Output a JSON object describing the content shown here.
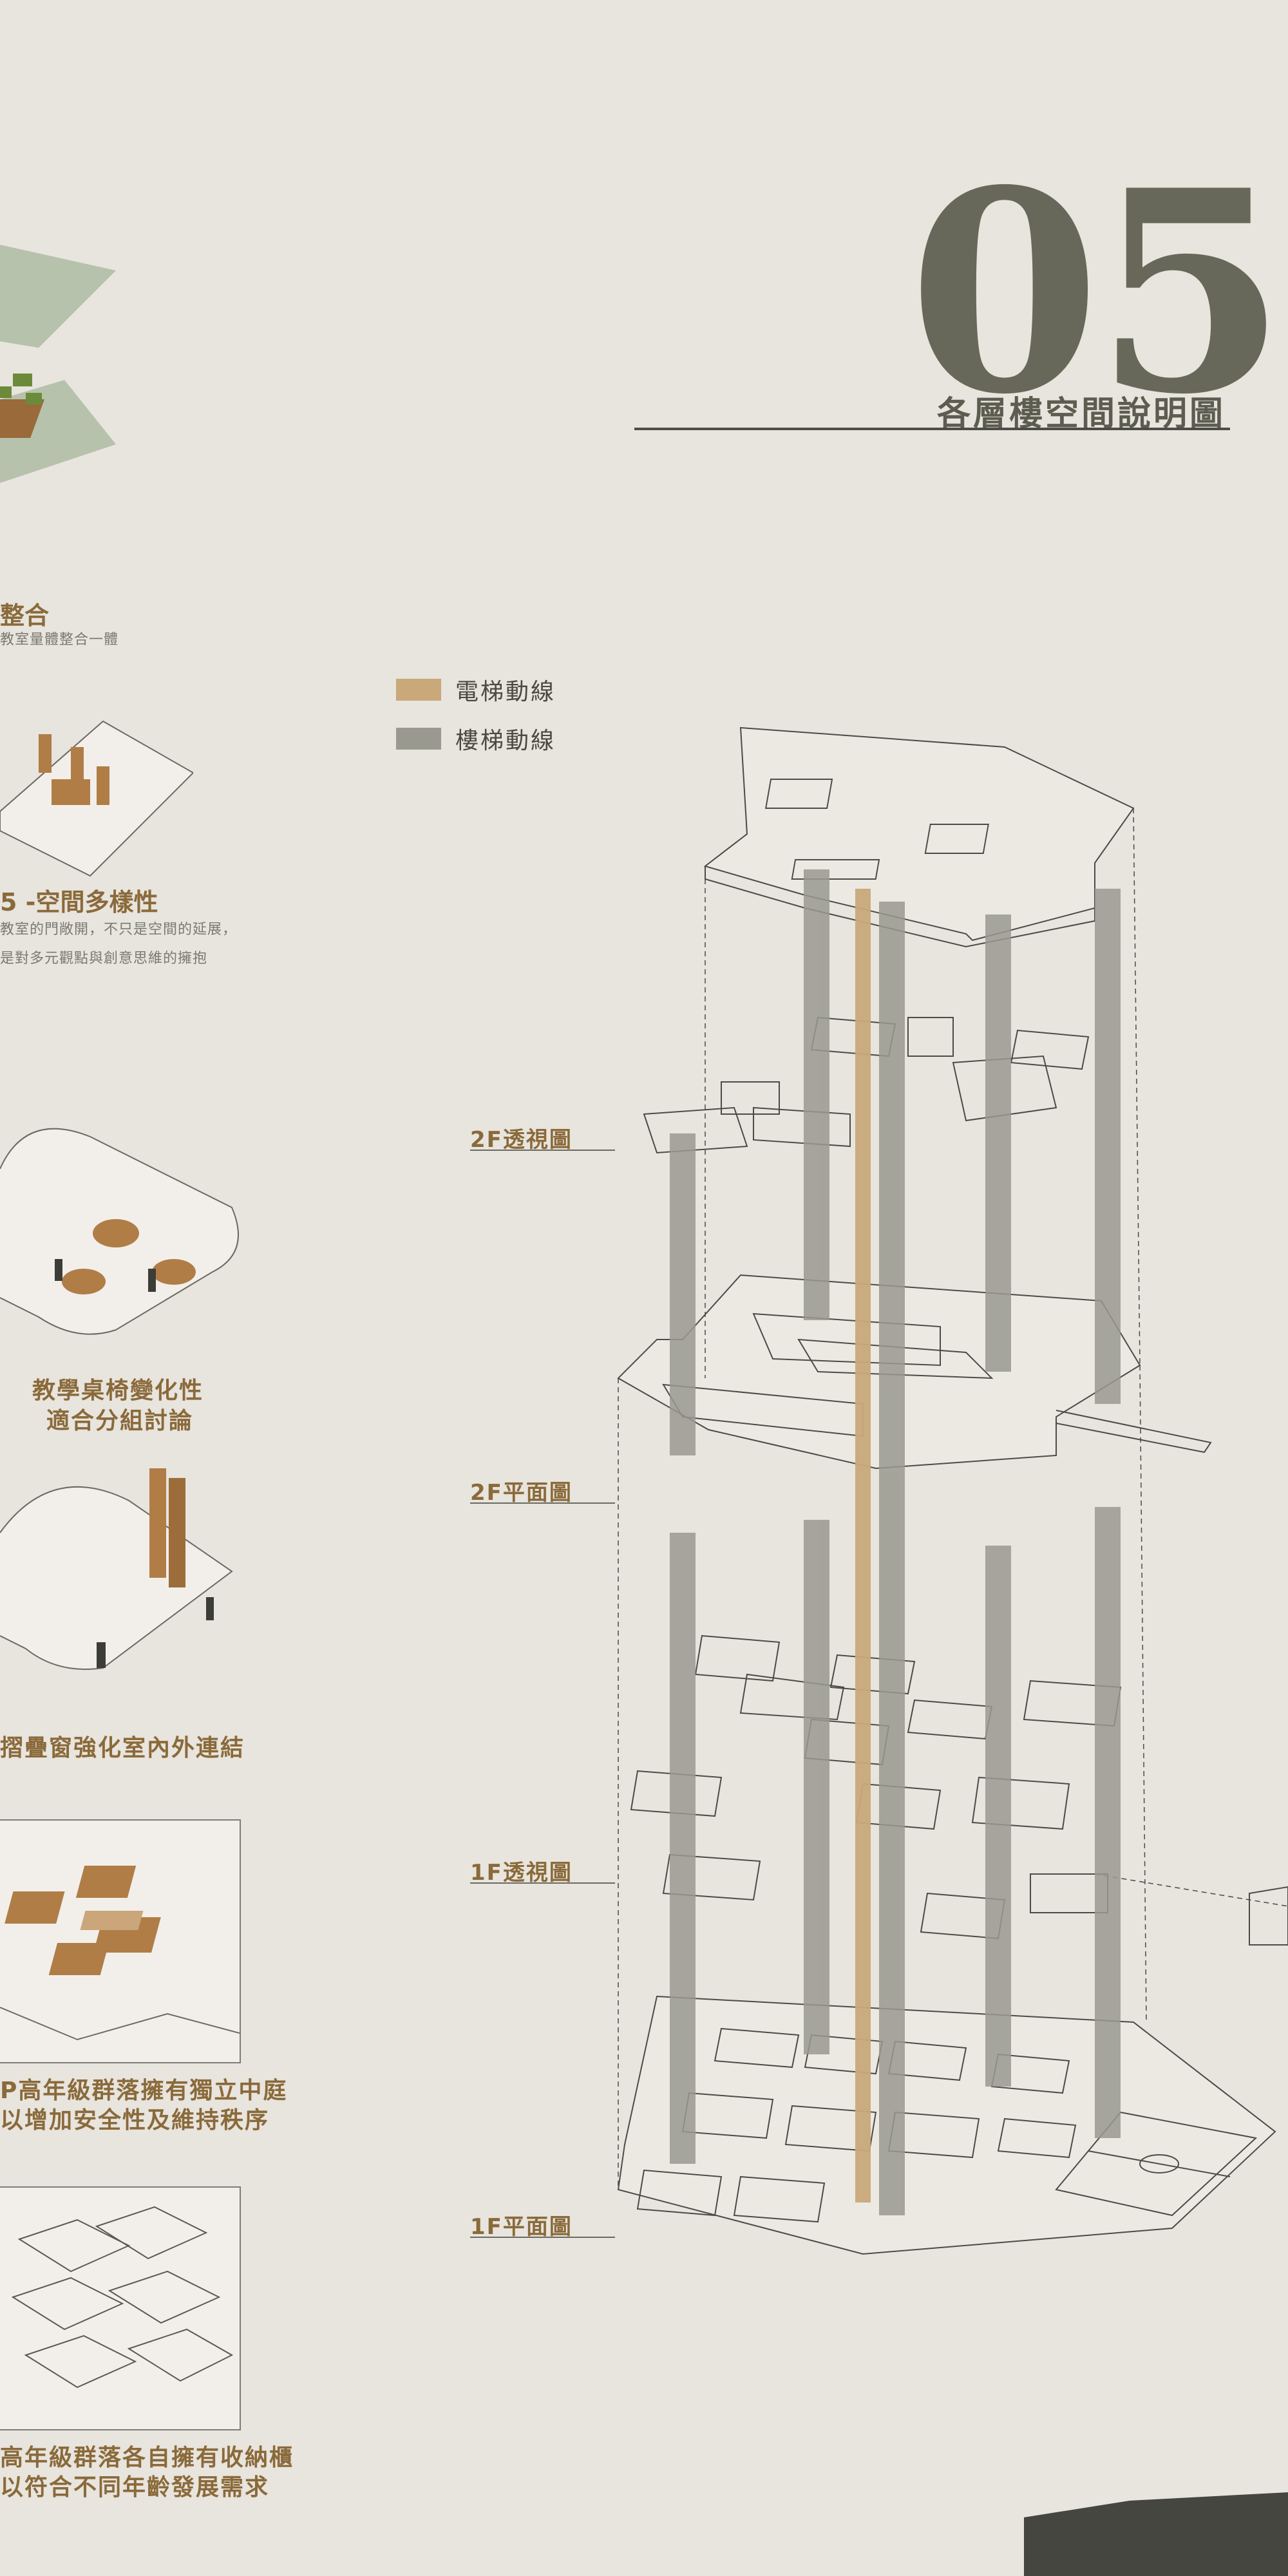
{
  "header": {
    "number": "05",
    "subtitle": "各層樓空間說明圖"
  },
  "legend": [
    {
      "label": "電梯動線",
      "color": "#c9a87a"
    },
    {
      "label": "樓梯動線",
      "color": "#9a9990"
    }
  ],
  "floor_labels": {
    "f2_perspective": "2F透視圖",
    "f2_plan": "2F平面圖",
    "f1_perspective": "1F透視圖",
    "f1_plan": "1F平面圖"
  },
  "left_panel": {
    "s1_title": "整合",
    "s1_text": "教室量體整合一體",
    "s2_title": "5 -空間多樣性",
    "s2_text1": "教室的門敞開，不只是空間的延展，",
    "s2_text2": "是對多元觀點與創意思維的擁抱",
    "cap3_l1": "教學桌椅變化性",
    "cap3_l2": "適合分組討論",
    "cap4": "摺疊窗強化室內外連結",
    "cap5_l1": "P高年級群落擁有獨立中庭",
    "cap5_l2": "以增加安全性及維持秩序",
    "cap6_l1": "高年級群落各自擁有收納櫃",
    "cap6_l2": "以符合不同年齡發展需求"
  },
  "colors": {
    "elevator": "#c9a87a",
    "stair": "#9a9990",
    "accent": "#8a6a3a",
    "title": "#67685a",
    "background": "#e8e4de"
  }
}
